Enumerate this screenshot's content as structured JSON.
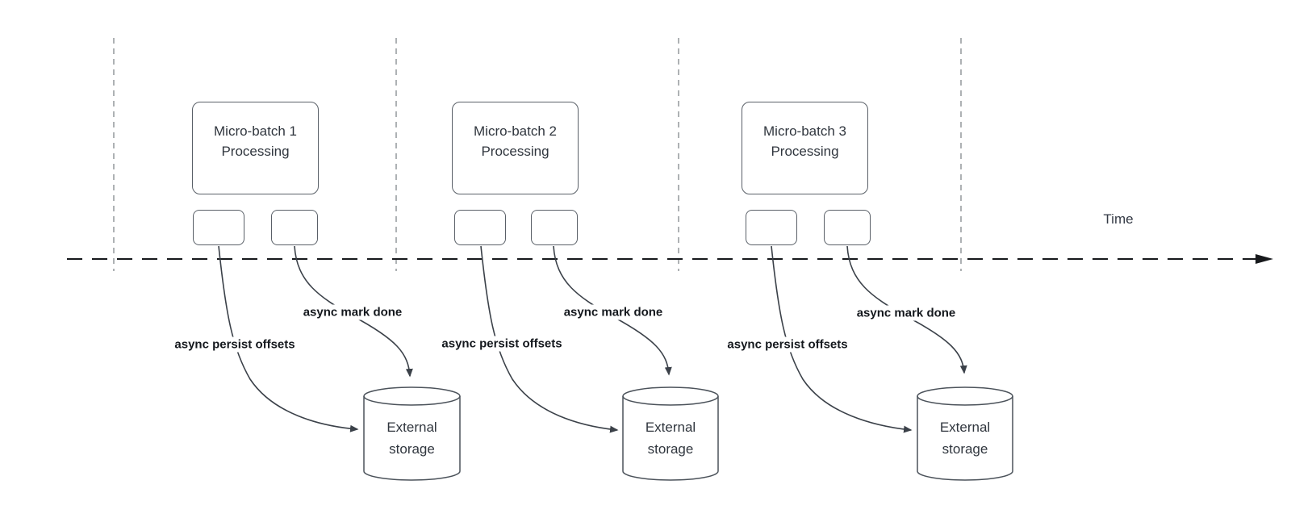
{
  "time_axis": {
    "label": "Time"
  },
  "groups": [
    {
      "box_line1": "Micro-batch 1",
      "box_line2": "Processing",
      "persist_label": "async persist offsets",
      "done_label": "async mark done",
      "storage_line1": "External",
      "storage_line2": "storage"
    },
    {
      "box_line1": "Micro-batch 2",
      "box_line2": "Processing",
      "persist_label": "async persist offsets",
      "done_label": "async mark done",
      "storage_line1": "External",
      "storage_line2": "storage"
    },
    {
      "box_line1": "Micro-batch 3",
      "box_line2": "Processing",
      "persist_label": "async persist offsets",
      "done_label": "async mark done",
      "storage_line1": "External",
      "storage_line2": "storage"
    }
  ],
  "colors": {
    "arrow_dark": "#3b4149",
    "timeline_black": "#17191c",
    "guide_gray": "#a6a9ac",
    "box_border": "#5a6068",
    "box_text": "#30363e",
    "label_text": "#14181d"
  }
}
